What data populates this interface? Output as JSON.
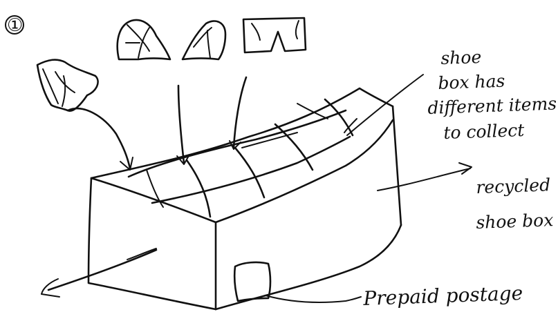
{
  "annotations": {
    "sketch_number": "①",
    "items_note": [
      "shoe",
      "box has",
      "different items",
      "to collect"
    ],
    "box_note": [
      "recycled",
      "shoe box"
    ],
    "postage_note": "Prepaid postage"
  },
  "ink_color": "#111111",
  "background_color": "#ffffff",
  "drawings": [
    "collectible-item-cap",
    "collectible-item-top-1",
    "collectible-item-top-2",
    "collectible-item-shorts",
    "shoe-box",
    "compartment-grid",
    "postage-stamp"
  ]
}
